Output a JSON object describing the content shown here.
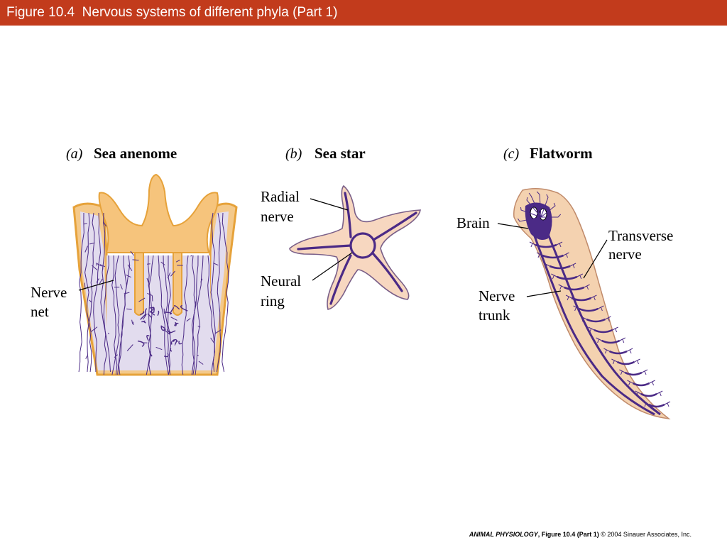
{
  "header": {
    "title": "Figure 10.4  Nervous systems of different phyla (Part 1)"
  },
  "panels": {
    "a": {
      "letter": "(a)",
      "name": "Sea anenome"
    },
    "b": {
      "letter": "(b)",
      "name": "Sea star"
    },
    "c": {
      "letter": "(c)",
      "name": "Flatworm"
    }
  },
  "labels": {
    "nerve_net_line1": "Nerve",
    "nerve_net_line2": "net",
    "radial_nerve_line1": "Radial",
    "radial_nerve_line2": "nerve",
    "neural_ring_line1": "Neural",
    "neural_ring_line2": "ring",
    "brain": "Brain",
    "transverse_nerve_line1": "Transverse",
    "transverse_nerve_line2": "nerve",
    "nerve_trunk_line1": "Nerve",
    "nerve_trunk_line2": "trunk"
  },
  "footer": {
    "book": "ANIMAL PHYSIOLOGY",
    "figure": ", Figure 10.4 (Part 1)",
    "copyright": "  © 2004 Sinauer Associates, Inc."
  },
  "colors": {
    "title_bar": "#c23b1c",
    "body_fill": "#f4c98a",
    "body_outline": "#e6a23a",
    "nerve": "#4b2a86",
    "net_bg": "#e2dcee",
    "star_fill": "#f7d7c0",
    "worm_fill": "#f4d2b0"
  }
}
